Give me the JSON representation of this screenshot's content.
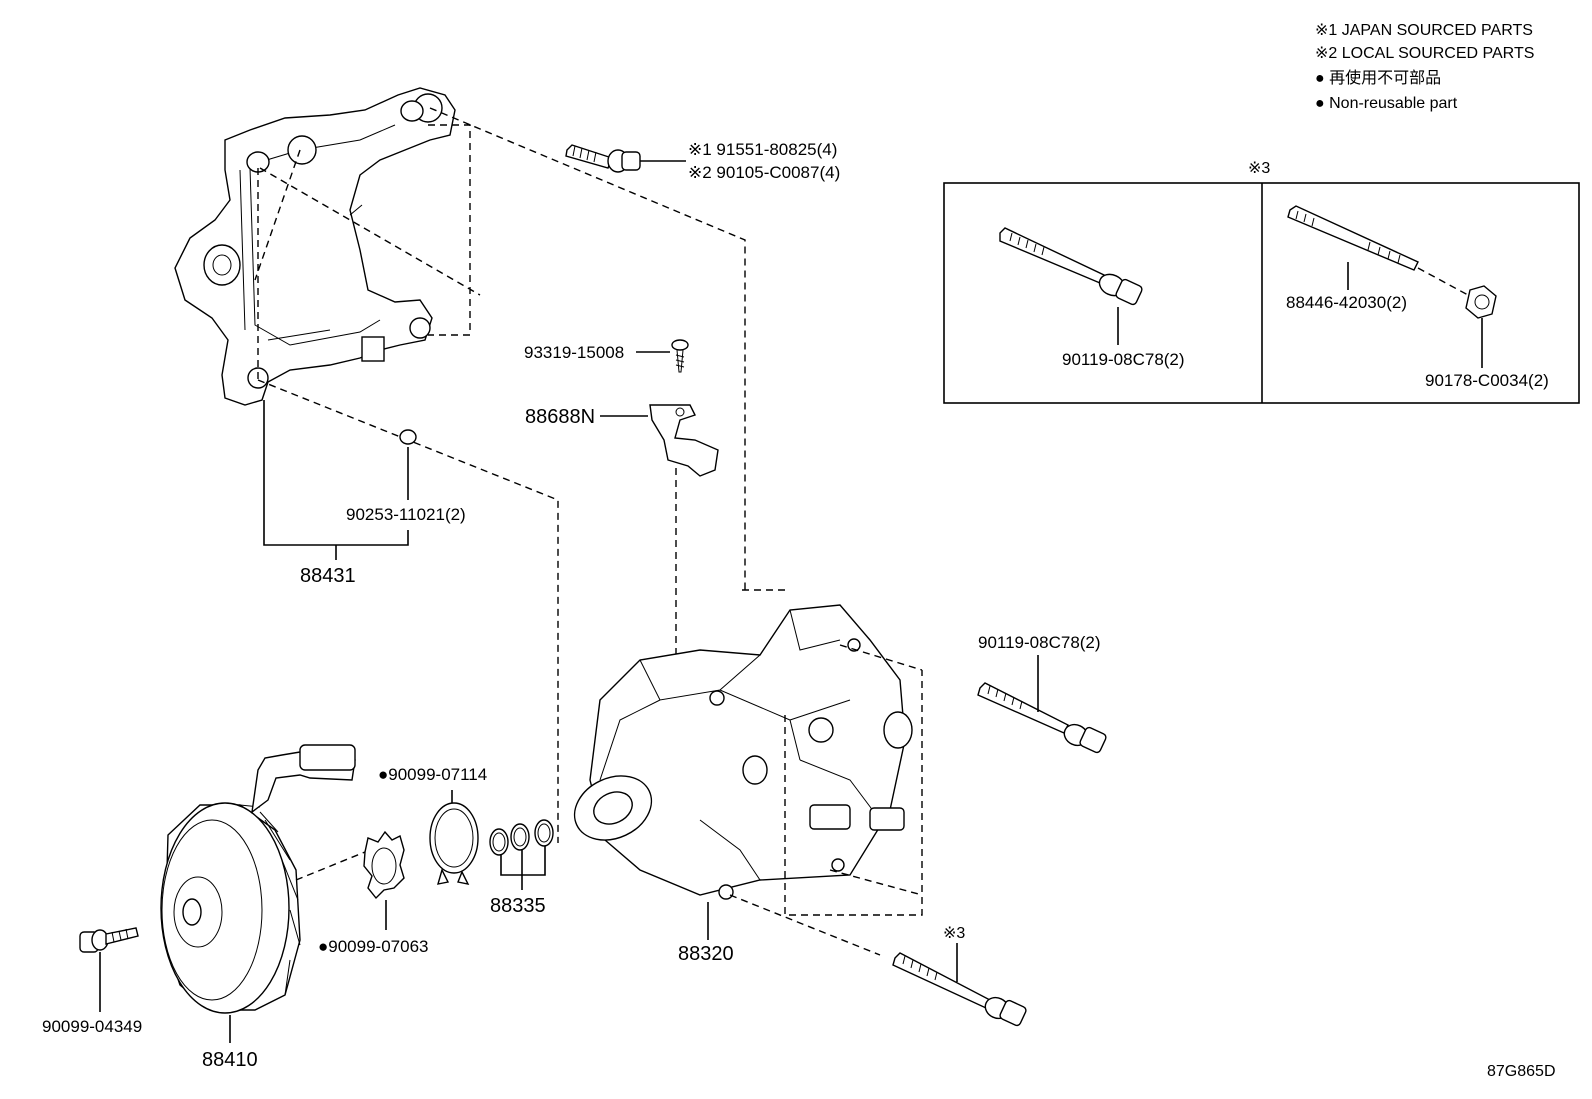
{
  "legend": {
    "japan": "※1 JAPAN SOURCED PARTS",
    "local": "※2 LOCAL SOURCED PARTS",
    "nonreusable_jp": "● 再使用不可部品",
    "nonreusable_en": "● Non-reusable part"
  },
  "inset": {
    "mark": "※3",
    "left_label": "90119-08C78(2)",
    "stud_label": "88446-42030(2)",
    "nut_label": "90178-C0034(2)"
  },
  "labels": {
    "bolt_jp": "※1 91551-80825(4)",
    "bolt_local": "※2 90105-C0087(4)",
    "screw": "93319-15008",
    "bracket_clip": "88688N",
    "bushing": "90253-11021(2)",
    "bracket": "88431",
    "comp_bolt": "90119-08C78(2)",
    "snap_ring": "●90099-07114",
    "o_rings": "88335",
    "shim": "●90099-07063",
    "compressor": "88320",
    "bottom_bolt_mark": "※3",
    "clutch_bolt": "90099-04349",
    "clutch": "88410",
    "figure_id": "87G865D"
  }
}
